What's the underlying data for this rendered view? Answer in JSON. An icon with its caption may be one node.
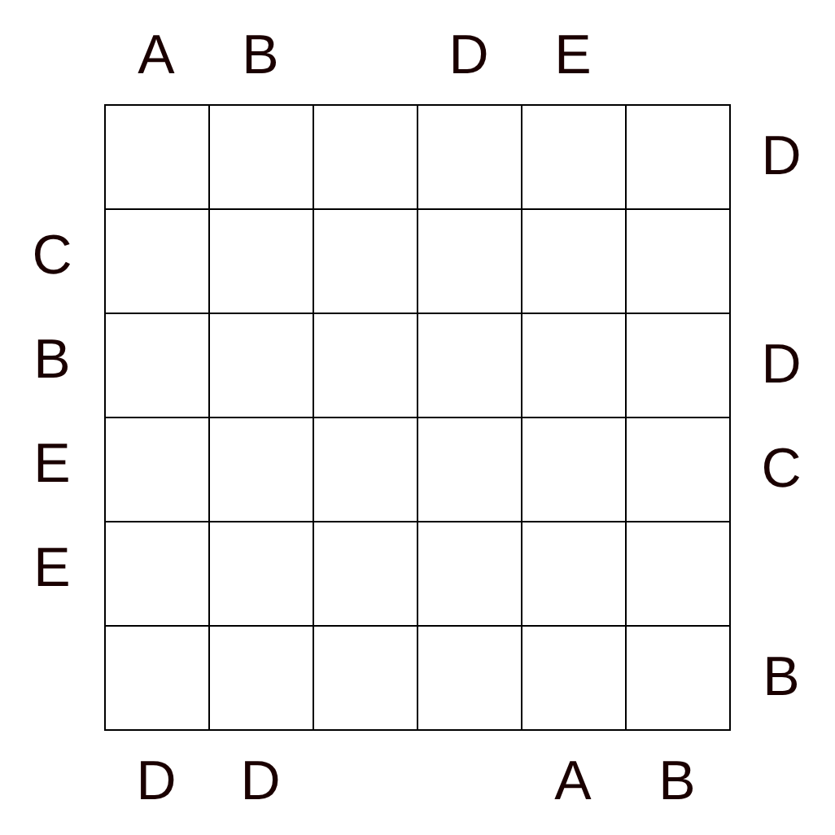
{
  "diagram": {
    "labels": [
      "A",
      "B",
      "D",
      "E",
      "D",
      "C",
      "B",
      "D",
      "E",
      "C",
      "E",
      "B",
      "D",
      "D",
      "A",
      "B"
    ]
  }
}
